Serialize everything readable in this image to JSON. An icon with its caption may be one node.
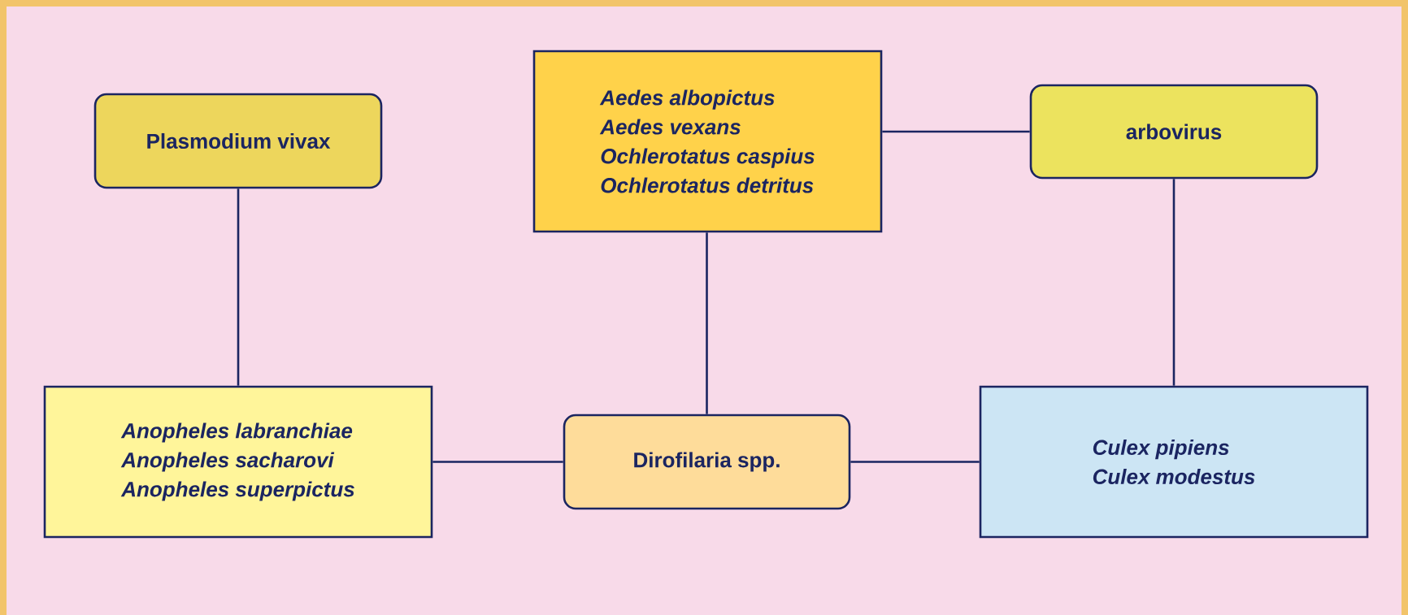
{
  "diagram": {
    "nodes": [
      {
        "text": [
          "Plasmodium vivax"
        ]
      },
      {
        "text": [
          "Aedes albopictus",
          "Aedes vexans",
          "Ochlerotatus caspius",
          "Ochlerotatus detritus"
        ]
      },
      {
        "text": [
          "arbovirus"
        ]
      },
      {
        "text": [
          "Anopheles labranchiae",
          "Anopheles sacharovi",
          "Anopheles superpictus"
        ]
      },
      {
        "text": [
          "Dirofilaria spp."
        ]
      },
      {
        "text": [
          "Culex pipiens",
          "Culex modestus"
        ]
      }
    ],
    "edges": [
      {
        "from": 0,
        "to": 3,
        "arrow": "none"
      },
      {
        "from": 1,
        "to": 2,
        "arrow": "none"
      },
      {
        "from": 1,
        "to": 4,
        "arrow": "none"
      },
      {
        "from": 2,
        "to": 5,
        "arrow": "none"
      },
      {
        "from": 3,
        "to": 4,
        "arrow": "none"
      },
      {
        "from": 4,
        "to": 5,
        "arrow": "none"
      }
    ]
  }
}
